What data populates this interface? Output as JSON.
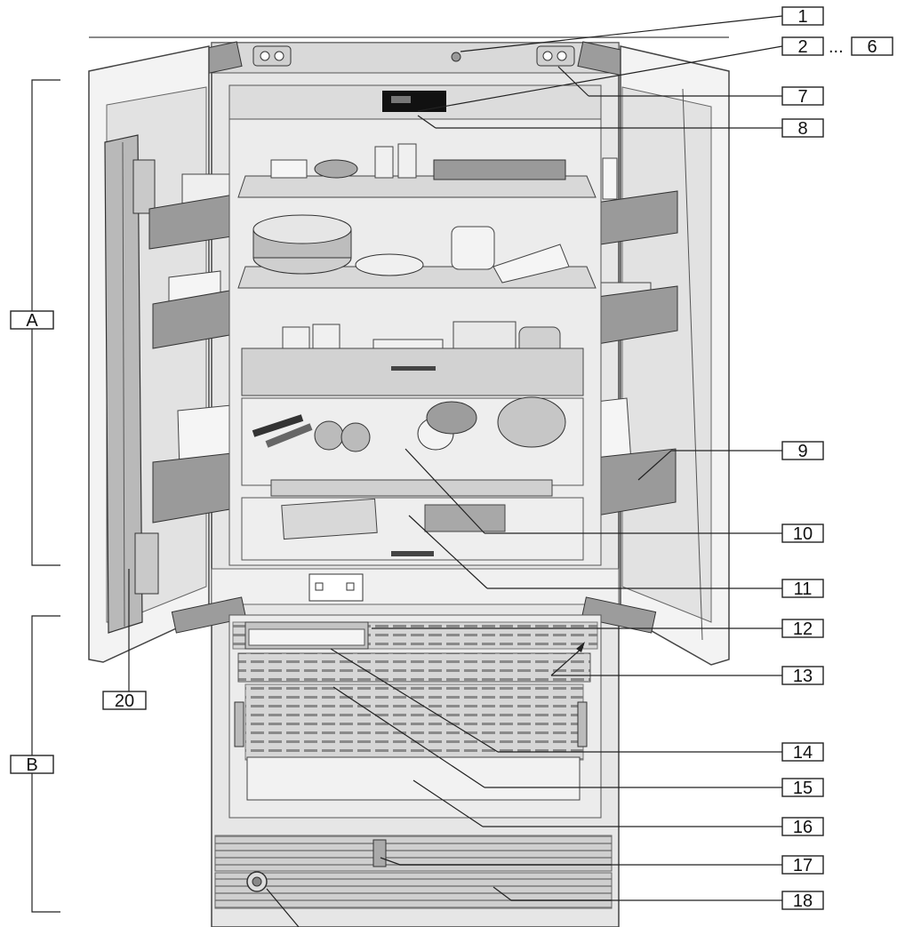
{
  "callouts": {
    "c1": "1",
    "c2": "2",
    "ellipsis": "...",
    "c6": "6",
    "c7": "7",
    "c8": "8",
    "c9": "9",
    "c10": "10",
    "c11": "11",
    "c12": "12",
    "c13": "13",
    "c14": "14",
    "c15": "15",
    "c16": "16",
    "c17": "17",
    "c18": "18",
    "c20": "20"
  },
  "zones": {
    "a": "A",
    "b": "B"
  },
  "colors": {
    "line": "#222222",
    "appliance_gray": "#bfbfbf",
    "interior_light": "#ececec",
    "shelf_gray": "#d4d4d4"
  }
}
